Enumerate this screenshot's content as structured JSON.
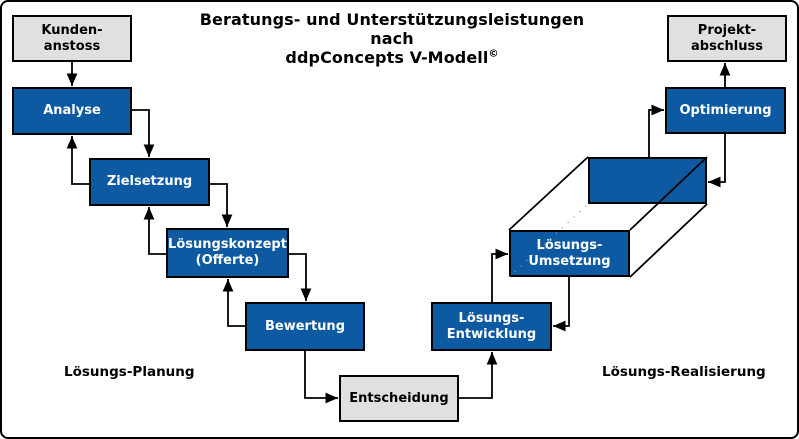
{
  "title": {
    "line1": "Beratungs- und Unterstützungsleistungen",
    "line2": "nach",
    "line3": "ddpConcepts V-Modell",
    "copyright": "©"
  },
  "phase_labels": {
    "left": "Lösungs-Planung",
    "right": "Lösungs-Realisierung"
  },
  "nodes": {
    "kundenanstoss": {
      "label": "Kunden-\nanstoss"
    },
    "analyse": {
      "label": "Analyse"
    },
    "zielsetzung": {
      "label": "Zielsetzung"
    },
    "loesungskonzept": {
      "label": "Lösungskonzept\n(Offerte)"
    },
    "bewertung": {
      "label": "Bewertung"
    },
    "entscheidung": {
      "label": "Entscheidung"
    },
    "loesungsentwicklung": {
      "label": "Lösungs-\nEntwicklung"
    },
    "loesungsumsetzung": {
      "label": "Lösungs-\nUmsetzung"
    },
    "umsetzung_3d_back_face": {
      "label": ""
    },
    "optimierung": {
      "label": "Optimierung"
    },
    "projektabschluss": {
      "label": "Projekt-\nabschluss"
    }
  },
  "colors": {
    "process_fill": "#0d5aa3",
    "process_text": "#ffffff",
    "milestone_fill": "#e0e0e0",
    "milestone_text": "#000000",
    "connector": "#000000",
    "background": "#ffffff",
    "frame_border": "#000000"
  }
}
